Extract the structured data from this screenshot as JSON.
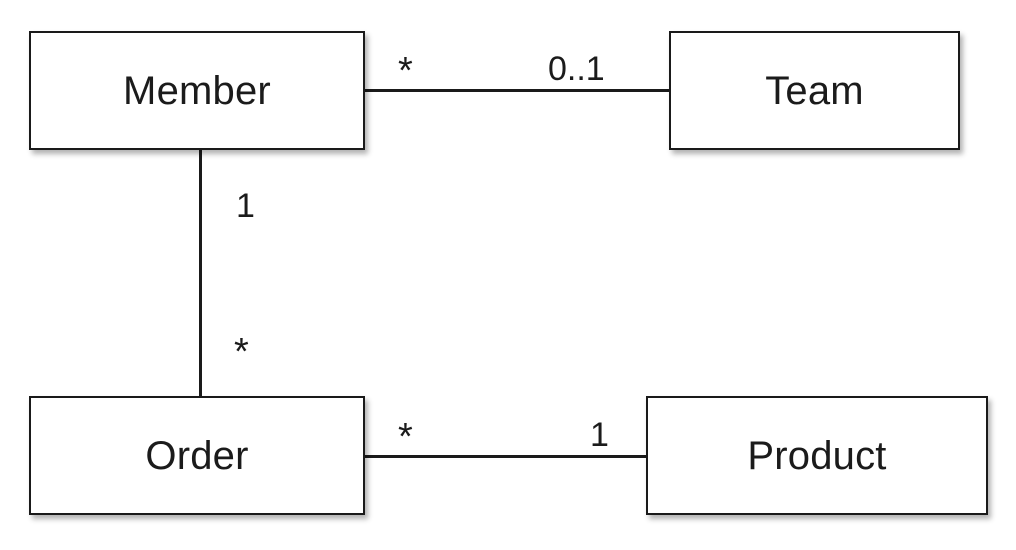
{
  "diagram": {
    "type": "uml-class-diagram",
    "background_color": "#ffffff",
    "line_color": "#1a1a1a",
    "text_color": "#1b1b1b",
    "classes": [
      {
        "id": "member",
        "name": "Member"
      },
      {
        "id": "team",
        "name": "Team"
      },
      {
        "id": "order",
        "name": "Order"
      },
      {
        "id": "product",
        "name": "Product"
      }
    ],
    "associations": [
      {
        "id": "member-team",
        "source": "Member",
        "target": "Team",
        "source_multiplicity": "*",
        "target_multiplicity": "0..1"
      },
      {
        "id": "member-order",
        "source": "Member",
        "target": "Order",
        "source_multiplicity": "1",
        "target_multiplicity": "*"
      },
      {
        "id": "order-product",
        "source": "Order",
        "target": "Product",
        "source_multiplicity": "*",
        "target_multiplicity": "1"
      }
    ]
  }
}
